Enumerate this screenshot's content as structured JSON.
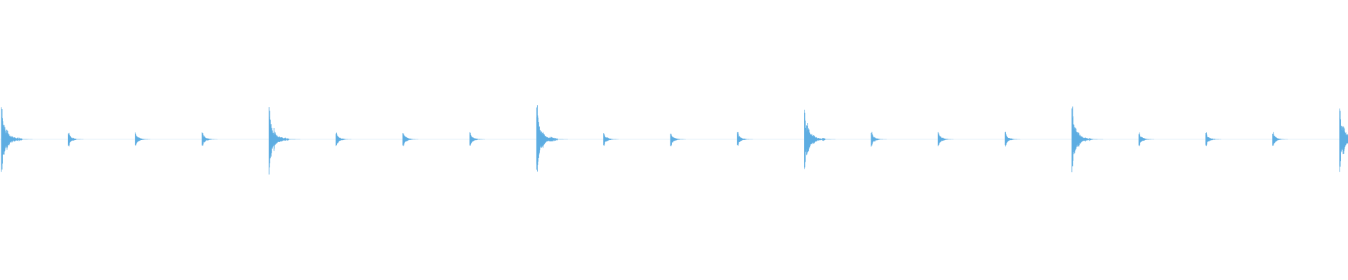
{
  "waveform": {
    "color": "#5dade2",
    "background": "#ffffff",
    "pattern": {
      "beats_per_bar": 4,
      "bars_visible": 5,
      "accent_on_first_beat": true,
      "partial_bar_at_end": true
    },
    "amplitudes": {
      "accent_peak": 0.58,
      "normal_peak": 0.12,
      "tail_level": 0.015
    }
  }
}
